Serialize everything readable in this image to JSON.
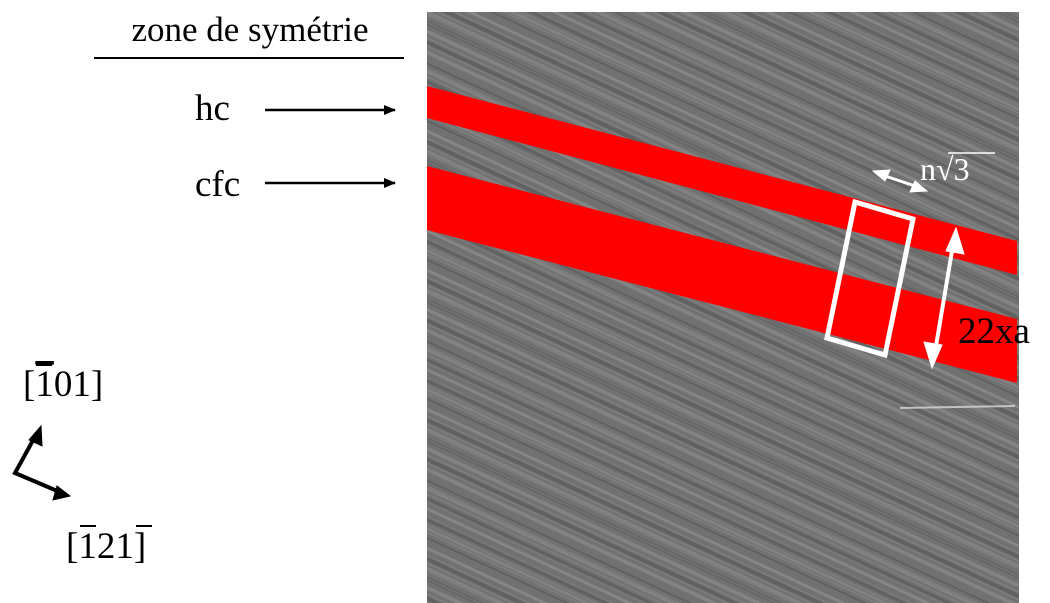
{
  "title": "zone de symétrie",
  "labels": {
    "hc": "hc",
    "cfc": "cfc",
    "width": "n√3",
    "height": "22xa"
  },
  "directions": {
    "up": {
      "bracket_open": "[",
      "bar_part": "1",
      "rest": "01",
      "bracket_close": "]"
    },
    "right": {
      "bracket_open": "[",
      "bar1": "1",
      "mid": "2",
      "bar2": "1",
      "bracket_close": "]"
    }
  },
  "colors": {
    "band": "#ff0000",
    "image_base": "#6e6e6e",
    "annotation": "#ffffff",
    "text": "#000000"
  },
  "icons": {
    "hc_pointer": "right-arrow-icon",
    "cfc_pointer": "right-arrow-icon",
    "width_marker": "double-headed-arrow-icon",
    "height_marker": "double-headed-arrow-icon",
    "crystal_axes": "axis-arrows-icon"
  }
}
